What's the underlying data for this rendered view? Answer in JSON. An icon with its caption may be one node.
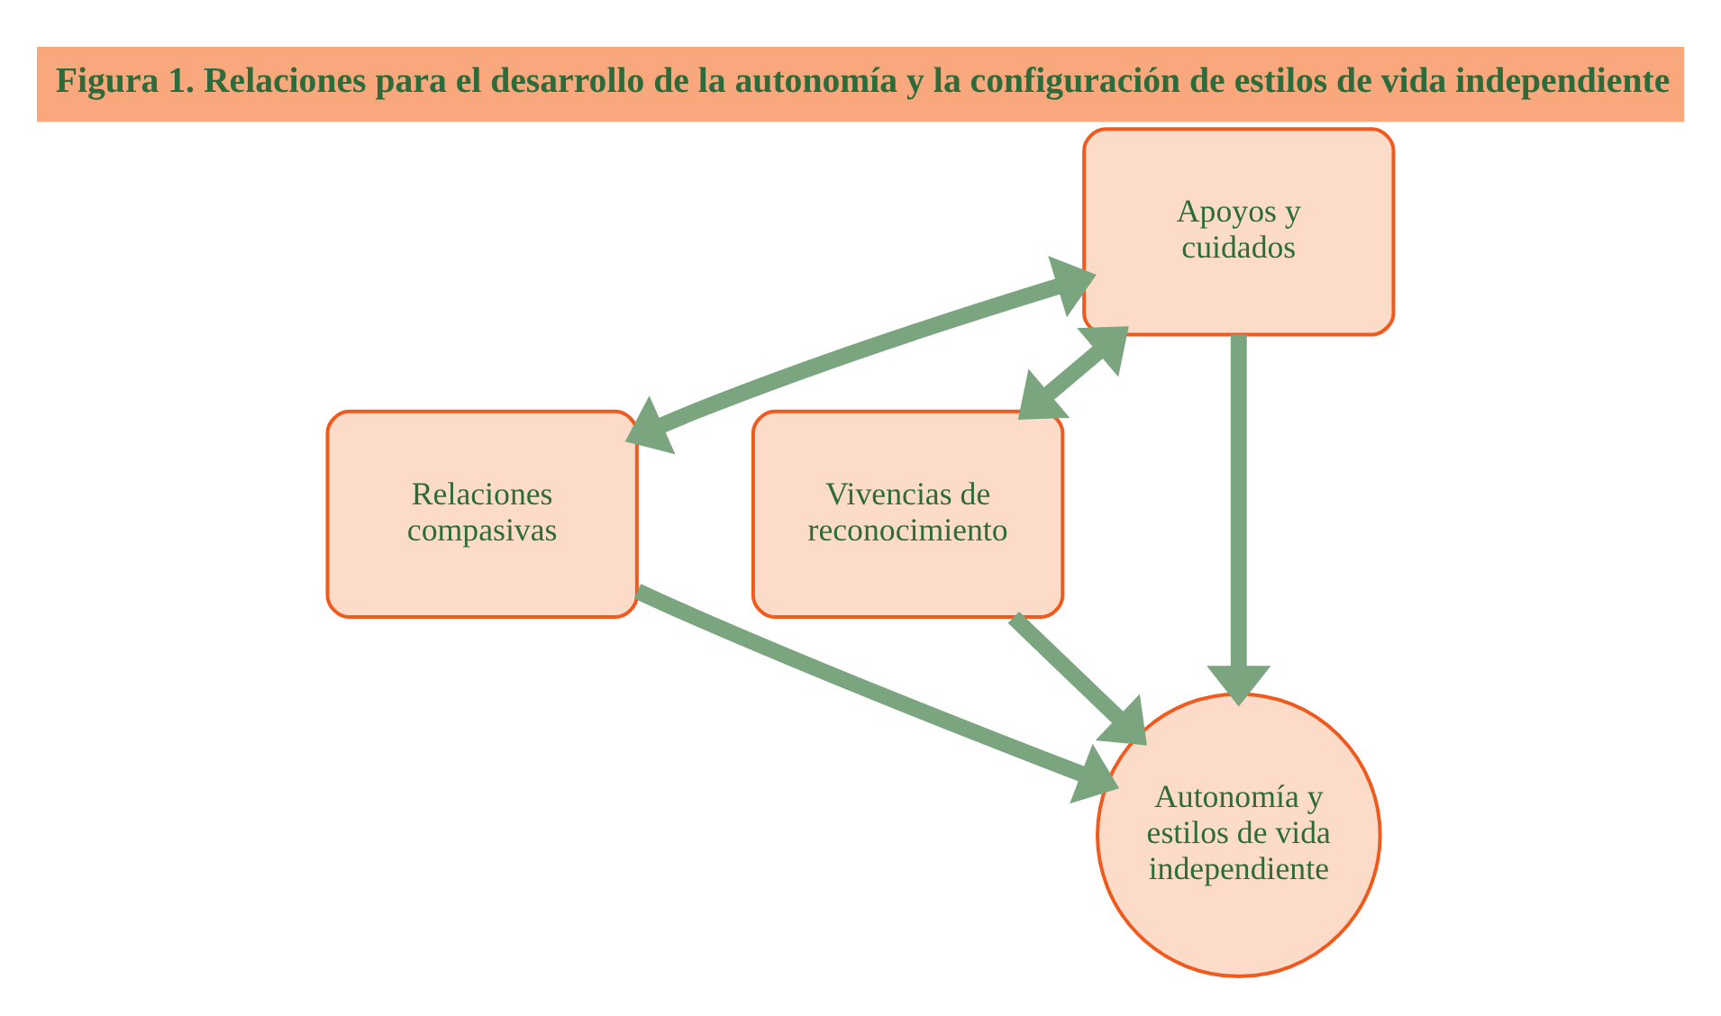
{
  "diagram": {
    "title": "Figura 1. Relaciones para el desarrollo de la autonomía y la configuración de estilos de vida independiente",
    "nodes": [
      {
        "text": [
          "Apoyos y cuidados"
        ]
      },
      {
        "text": [
          "Relaciones compasivas"
        ]
      },
      {
        "text": [
          "Vivencias de reconocimiento"
        ]
      },
      {
        "text": [
          "Autonomía y estilos de vida independiente"
        ]
      }
    ],
    "edges": [
      {
        "from": 0,
        "to": 1,
        "arrow": "both"
      },
      {
        "from": 0,
        "to": 2,
        "arrow": "both"
      },
      {
        "from": 0,
        "to": 3,
        "arrow": "to"
      },
      {
        "from": 1,
        "to": 3,
        "arrow": "to"
      },
      {
        "from": 2,
        "to": 3,
        "arrow": "to"
      }
    ]
  }
}
